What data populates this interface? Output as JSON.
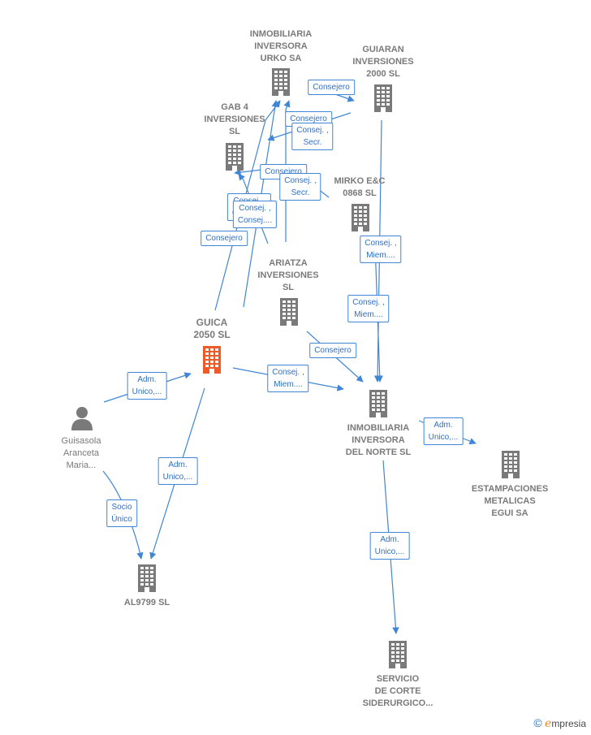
{
  "nodes": [
    {
      "id": "urko",
      "lines": [
        "INMOBILIARIA",
        "INVERSORA",
        "URKO SA"
      ]
    },
    {
      "id": "guiaran",
      "lines": [
        "GUIARAN",
        "INVERSIONES",
        "2000  SL"
      ]
    },
    {
      "id": "gab4",
      "lines": [
        "GAB 4",
        "INVERSIONES",
        "SL"
      ]
    },
    {
      "id": "mirko",
      "lines": [
        "MIRKO E&C",
        "0868  SL"
      ]
    },
    {
      "id": "ariatza",
      "lines": [
        "ARIATZA",
        "INVERSIONES",
        "SL"
      ]
    },
    {
      "id": "guica",
      "lines": [
        "GUICA",
        "2050  SL"
      ]
    },
    {
      "id": "inmnorte",
      "lines": [
        "INMOBILIARIA",
        "INVERSORA",
        "DEL NORTE SL"
      ]
    },
    {
      "id": "estampaciones",
      "lines": [
        "ESTAMPACIONES",
        "METALICAS",
        "EGUI SA"
      ]
    },
    {
      "id": "guisasola",
      "lines": [
        "Guisasola",
        "Aranceta",
        "Maria..."
      ]
    },
    {
      "id": "al9799",
      "lines": [
        "AL9799  SL"
      ]
    },
    {
      "id": "servicio",
      "lines": [
        "SERVICIO",
        "DE CORTE",
        "SIDERURGICO..."
      ]
    }
  ],
  "edges": [
    {
      "id": "e1",
      "lines": [
        "Consejero"
      ]
    },
    {
      "id": "e2",
      "lines": [
        "Consejero"
      ]
    },
    {
      "id": "e3",
      "lines": [
        "Consej. ,",
        "Secr."
      ]
    },
    {
      "id": "e4",
      "lines": [
        "Consejero"
      ]
    },
    {
      "id": "e5",
      "lines": [
        "Consej. ,",
        "Secr."
      ]
    },
    {
      "id": "e6",
      "lines": [
        "Consej. ,",
        "Consej...."
      ]
    },
    {
      "id": "e7",
      "lines": [
        "Consej. ,",
        "Consej...."
      ]
    },
    {
      "id": "e8",
      "lines": [
        "Consejero"
      ]
    },
    {
      "id": "e9",
      "lines": [
        "Consej. ,",
        "Miem...."
      ]
    },
    {
      "id": "e10",
      "lines": [
        "Consej. ,",
        "Miem...."
      ]
    },
    {
      "id": "e11",
      "lines": [
        "Consejero"
      ]
    },
    {
      "id": "e12",
      "lines": [
        "Consej. ,",
        "Miem...."
      ]
    },
    {
      "id": "e13",
      "lines": [
        "Adm.",
        "Unico,..."
      ]
    },
    {
      "id": "e14",
      "lines": [
        "Adm.",
        "Unico,..."
      ]
    },
    {
      "id": "e15",
      "lines": [
        "Adm.",
        "Unico,..."
      ]
    },
    {
      "id": "e16",
      "lines": [
        "Socio",
        "Único"
      ]
    },
    {
      "id": "e17",
      "lines": [
        "Adm.",
        "Unico,..."
      ]
    }
  ],
  "brand": {
    "copyright": "©",
    "name_first": "e",
    "name_rest": "mpresia"
  },
  "colors": {
    "node_gray": "#7a7a7a",
    "highlight": "#f05a28",
    "edge_blue": "#3f86d6",
    "edge_text": "#2e6fc7"
  }
}
